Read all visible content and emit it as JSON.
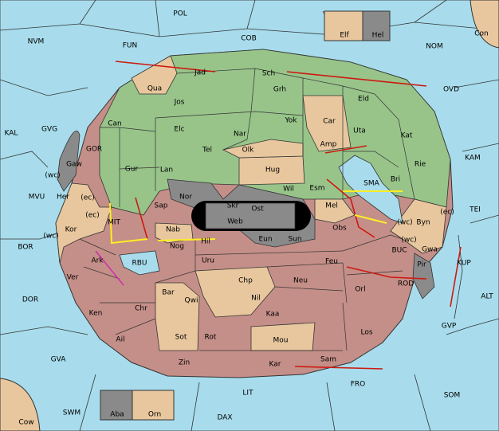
{
  "colors": {
    "sea": "#a8dcec",
    "green": "#98c48a",
    "tan": "#e8c79e",
    "red": "#c48f88",
    "gray": "#8a8a8a",
    "black": "#000000",
    "order": "#cc1a10",
    "support": "#ffee22",
    "convoy": "#cc33aa"
  },
  "sea_labels": [
    "POL",
    "NVM",
    "FUN",
    "COB",
    "NOM",
    "Con",
    "KAL",
    "GVG",
    "GOR",
    "KAM",
    "MVU",
    "(wc)",
    "(wc)",
    "(ec)",
    "(wc)",
    "(ec)",
    "(ec)",
    "(wc)",
    "TEI",
    "BOR",
    "MIT",
    "RBU",
    "SMA",
    "BUC",
    "KUP",
    "ROD",
    "DOR",
    "ALT",
    "GVP",
    "GVA",
    "FRO",
    "LIT",
    "SOM",
    "SWM",
    "DAX",
    "Cow",
    "OVD"
  ],
  "green_labels": [
    "Jad",
    "Sch",
    "Qua",
    "Jos",
    "Grh",
    "Eld",
    "Can",
    "Elc",
    "Nar",
    "Yok",
    "Car",
    "Uta",
    "Kat",
    "Tel",
    "Olk",
    "Amp",
    "Gur",
    "Lan",
    "Hug",
    "Rie",
    "Bri",
    "Gaw",
    "Nor",
    "Wil",
    "Esm",
    "Sap"
  ],
  "tan_labels": [
    "Elf",
    "Her",
    "Kor",
    "Mel",
    "Byn",
    "Gwa",
    "Nab",
    "Eun",
    "Chp",
    "Nil",
    "Bar",
    "Sot",
    "Mou",
    "Orn"
  ],
  "red_labels": [
    "Ark",
    "Uru",
    "Feu",
    "Neu",
    "Obs",
    "Orl",
    "Ver",
    "Ken",
    "Chr",
    "Qwi",
    "Kaa",
    "Los",
    "Ail",
    "Rot",
    "Zin",
    "Kar",
    "Sam",
    "Nog",
    "Hil"
  ],
  "gray_labels": [
    "Hel",
    "Skr",
    "Ost",
    "Web",
    "Sun",
    "Pir",
    "Aba"
  ]
}
